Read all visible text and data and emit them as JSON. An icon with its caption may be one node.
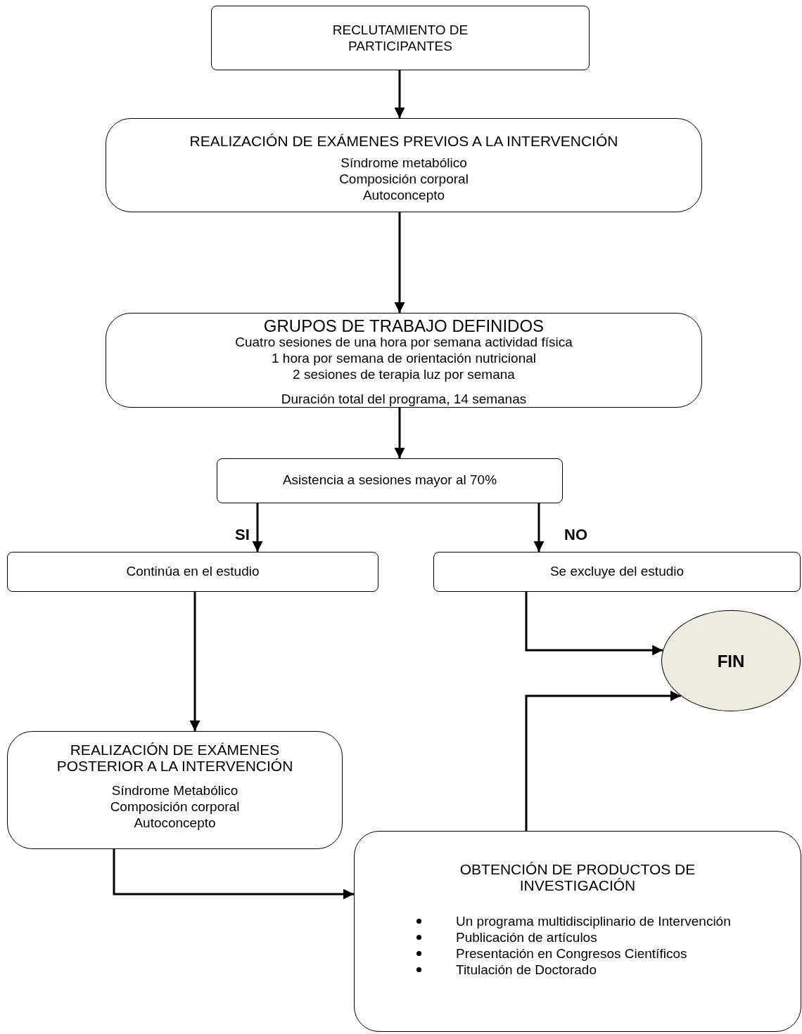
{
  "diagram": {
    "nodes": [
      {
        "text": [
          "RECLUTAMIENTO DE PARTICIPANTES"
        ]
      },
      {
        "text": [
          "REALIZACIÓN DE EXÁMENES PREVIOS A LA INTERVENCIÓN",
          "Síndrome metabólico",
          "Composición corporal",
          "Autoconcepto"
        ]
      },
      {
        "text": [
          "GRUPOS DE TRABAJO DEFINIDOS",
          "Cuatro sesiones de una hora por semana actividad física",
          "1 hora por semana de orientación nutricional",
          "2 sesiones de terapia luz por semana",
          "Duración total del programa, 14 semanas"
        ]
      },
      {
        "text": [
          "Asistencia a sesiones mayor al 70%"
        ]
      },
      {
        "text": [
          "Continúa en el estudio"
        ]
      },
      {
        "text": [
          "Se excluye del estudio"
        ]
      },
      {
        "text": [
          "FIN"
        ]
      },
      {
        "text": [
          "REALIZACIÓN DE EXÁMENES POSTERIOR A LA INTERVENCIÓN",
          "Síndrome Metabólico",
          "Composición corporal",
          "Autoconcepto"
        ]
      },
      {
        "text": [
          "OBTENCIÓN DE PRODUCTOS DE INVESTIGACIÓN",
          "Un programa multidisciplinario de Intervención",
          "Publicación de artículos",
          "Presentación en Congresos Científicos",
          "Titulación de Doctorado"
        ]
      }
    ],
    "edges": [
      {
        "from": 0,
        "to": 1,
        "arrow": "to"
      },
      {
        "from": 1,
        "to": 2,
        "arrow": "to"
      },
      {
        "from": 2,
        "to": 3,
        "arrow": "to"
      },
      {
        "from": 3,
        "to": 4,
        "arrow": "to",
        "label": "SI"
      },
      {
        "from": 3,
        "to": 5,
        "arrow": "to",
        "label": "NO"
      },
      {
        "from": 4,
        "to": 7,
        "arrow": "to"
      },
      {
        "from": 5,
        "to": 6,
        "arrow": "to"
      },
      {
        "from": 8,
        "to": 6,
        "arrow": "to"
      },
      {
        "from": 7,
        "to": 8,
        "arrow": "to"
      }
    ]
  }
}
